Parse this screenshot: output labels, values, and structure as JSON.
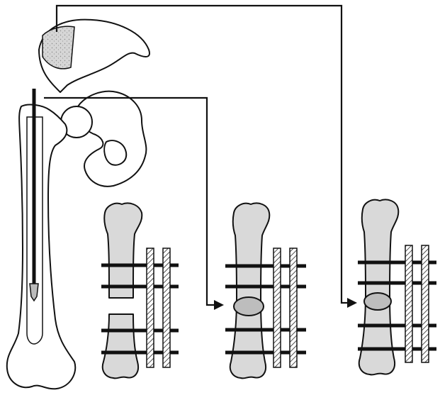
{
  "figure": {
    "labels": [],
    "panels": [
      {
        "id": "donor-site",
        "content": "hip-and-femur-with-reamer"
      },
      {
        "id": "stage-1",
        "content": "tibia-segmental-defect-with-external-fixator"
      },
      {
        "id": "stage-2",
        "content": "tibia-with-graft-and-external-fixator"
      },
      {
        "id": "stage-3",
        "content": "tibia-with-graft-and-external-fixator"
      }
    ],
    "connectors": [
      {
        "from": "donor-site",
        "to": "stage-2",
        "icon": "arrow-right-icon"
      },
      {
        "from": "donor-site",
        "to": "stage-3",
        "icon": "arrow-right-icon"
      }
    ]
  }
}
